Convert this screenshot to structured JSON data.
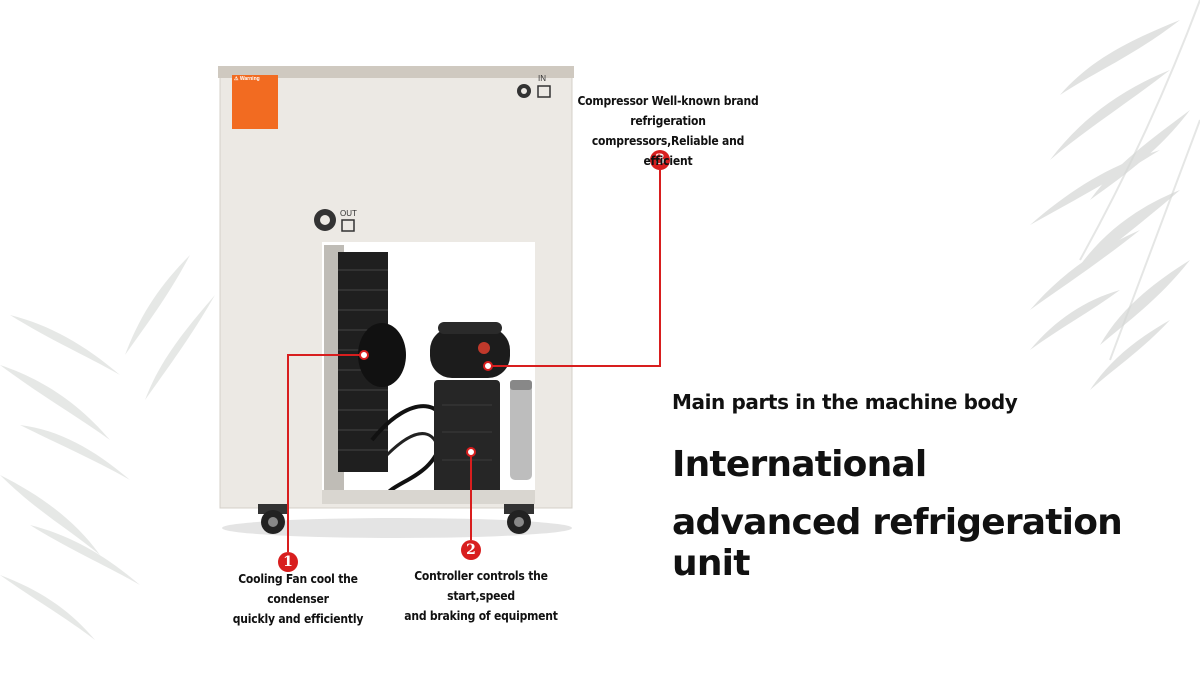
{
  "heading": {
    "subtitle": "Main parts in the machine body",
    "line1": "International",
    "line2": "advanced refrigeration unit"
  },
  "machine": {
    "warning_label": "⚠ Warning",
    "port_in_label": "IN",
    "port_out_label": "OUT"
  },
  "callouts": [
    {
      "number": "1",
      "text_line1": "Cooling Fan cool the condenser",
      "text_line2": "quickly and efficiently"
    },
    {
      "number": "2",
      "text_line1": "Controller controls the start,speed",
      "text_line2": "and braking of equipment"
    },
    {
      "number": "3",
      "text_line1": "Compressor Well-known brand",
      "text_line2": "refrigeration compressors,Reliable and",
      "text_line3": "efficient"
    }
  ],
  "colors": {
    "accent": "#d81e1e",
    "machine_body": "#ece9e4",
    "warning_label": "#f26b21"
  }
}
